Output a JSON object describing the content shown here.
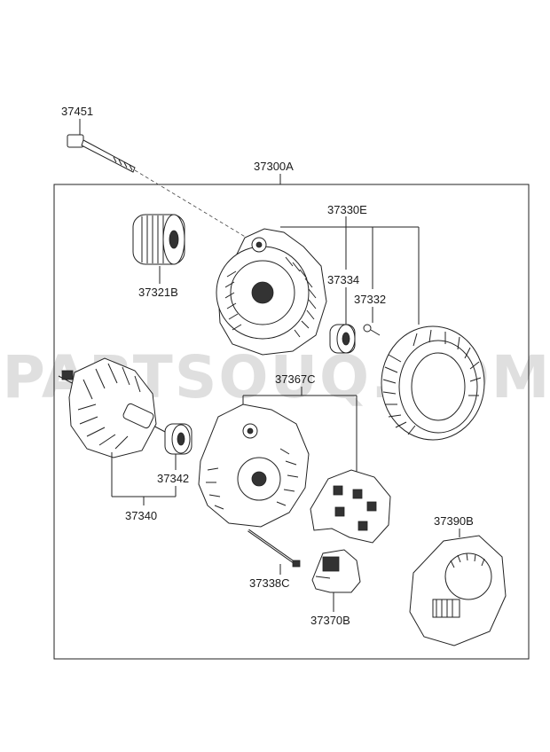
{
  "watermark": "PARTSOUQ.COM",
  "labels": {
    "bolt": "37451",
    "assembly": "37300A",
    "pulley": "37321B",
    "stator_group": "37330E",
    "bearing_front": "37334",
    "screw": "37332",
    "rectifier_group": "37367C",
    "bearing_rear": "37342",
    "rotor": "37340",
    "through_bolt": "37338C",
    "regulator": "37370B",
    "rear_cover": "37390B"
  }
}
